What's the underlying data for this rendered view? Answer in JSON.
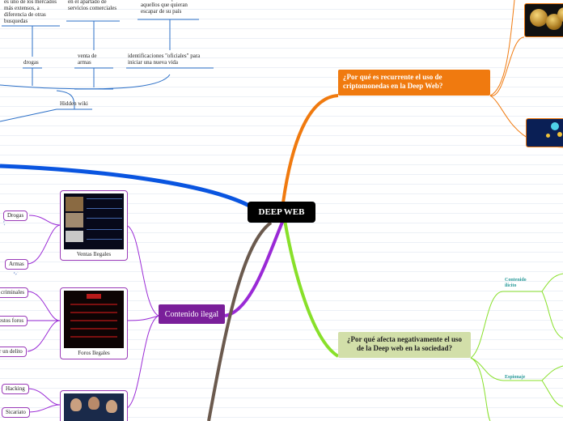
{
  "root": {
    "label": "DEEP WEB"
  },
  "branches": {
    "crypto": {
      "label": "¿Por qué es recurrente el uso de criptomonedas en la Deep Web?",
      "color": "#f07a0f"
    },
    "society": {
      "label": "¿Por qué afecta negativamente el uso de la Deep web en la sociedad?",
      "color": "#d2dfa9",
      "children": [
        {
          "label": "Contenido ilícito"
        },
        {
          "label": "Espionaje"
        }
      ]
    },
    "illegal": {
      "label": "Contenido ilegal",
      "color": "#7a1f9a",
      "cards": [
        {
          "caption": "Ventas Ilegales",
          "leaves": [
            "Drogas",
            "Armas"
          ]
        },
        {
          "caption": "Foros Ilegales",
          "leaves": [
            "criminales",
            "estos foros",
            "r un delito"
          ]
        },
        {
          "caption": "",
          "leaves": [
            "Hacking",
            "Sicariato"
          ]
        }
      ]
    },
    "hiddenwiki": {
      "label": "Hidden wiki",
      "color": "#2b6fc7",
      "children": [
        {
          "label": "drogas",
          "detail": "es uno de los mercados más extensos, a diferencia de otras busquedas"
        },
        {
          "label": "venta de armas",
          "detail": "en el apartado de servicios comerciales"
        },
        {
          "label": "identificaciones \"oficiales\" para iniciar una nueva vida",
          "detail": "\"nueva vida\" para aquellos que quieran escapar de su país"
        }
      ]
    }
  },
  "colors": {
    "orange": "#f07a0f",
    "green": "#88e02a",
    "purple": "#9a2ad6",
    "blue": "#0a55e0",
    "brown": "#6b5a4e"
  }
}
